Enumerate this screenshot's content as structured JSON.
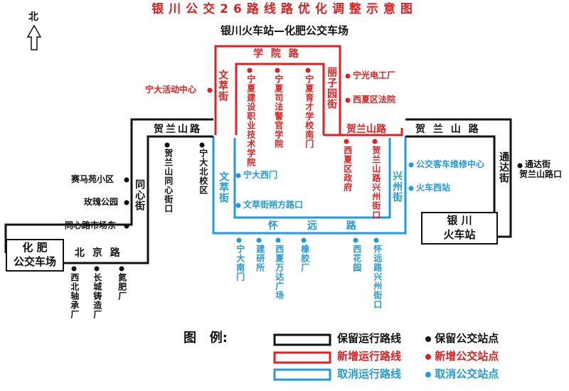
{
  "title": "银川公交26路线路优化调整示意图",
  "subtitle": "银川火车站—化肥公交车场",
  "compass": "北",
  "colors": {
    "keep": "#111111",
    "new": "#e02020",
    "cancel": "#2299dd"
  },
  "terminals": {
    "west_line1": "化 肥",
    "west_line2": "公交车场",
    "east_line1": "银 川",
    "east_line2": "火车站"
  },
  "roads": {
    "xueyuan": "学 院 路",
    "wencui_north": "文萃街",
    "lizi": "丽子园街",
    "helanshan_red": "贺兰山路",
    "helanshan_west": "贺兰山路",
    "helanshan_east": "贺 兰 山 路",
    "wencui_south": "文萃街",
    "xingzhou": "兴州街",
    "tongda": "通达街",
    "tongxin": "同心街",
    "beijing": "北 京 路",
    "huaiyuan": "怀 远 路"
  },
  "stations": {
    "keep": [
      "贺兰山同心街口",
      "宁大北校区",
      "赛马苑小区",
      "玫瑰公园",
      "同心路市场东",
      "西北轴承厂",
      "长城铸造厂",
      "氮肥厂"
    ],
    "keep_tongda_line1": "通达街",
    "keep_tongda_line2": "贺兰山路口",
    "new": [
      "宁大活动中心",
      "宁夏建设职业技术学院",
      "宁夏司法警官学院",
      "宁夏育才学校南门",
      "宁光电工厂",
      "西夏区法院",
      "西夏区政府",
      "贺兰山路兴州街口"
    ],
    "cancel": [
      "宁大西门",
      "文萃街朔方路口",
      "公交客车维修中心",
      "火车西站",
      "宁大南门",
      "建研所",
      "西夏万达广场",
      "橡胶厂",
      "西花园",
      "怀远路兴州街口"
    ]
  },
  "legend": {
    "label": "图   例:",
    "keep_line": "保留运行路线",
    "keep_stop": "保留公交站点",
    "new_line": "新增运行路线",
    "new_stop": "新增公交站点",
    "cancel_line": "取消运行路线",
    "cancel_stop": "取消公交站点"
  }
}
